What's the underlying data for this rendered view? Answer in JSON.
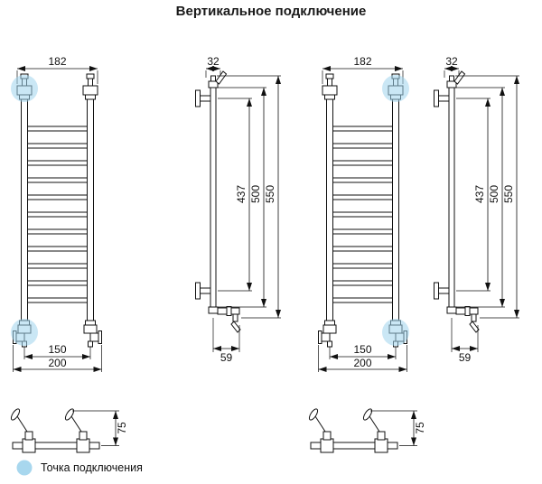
{
  "title": "Вертикальное подключение",
  "legend": {
    "label": "Точка подключения"
  },
  "dims": {
    "width_outer": "182",
    "width_axes": "150",
    "width_total": "200",
    "side_offset": "32",
    "height_total": "550",
    "height_pipe": "500",
    "height_axes": "437",
    "depth": "59",
    "valve_height": "75"
  },
  "colors": {
    "highlight": "#9fd3ec",
    "line": "#111111"
  }
}
